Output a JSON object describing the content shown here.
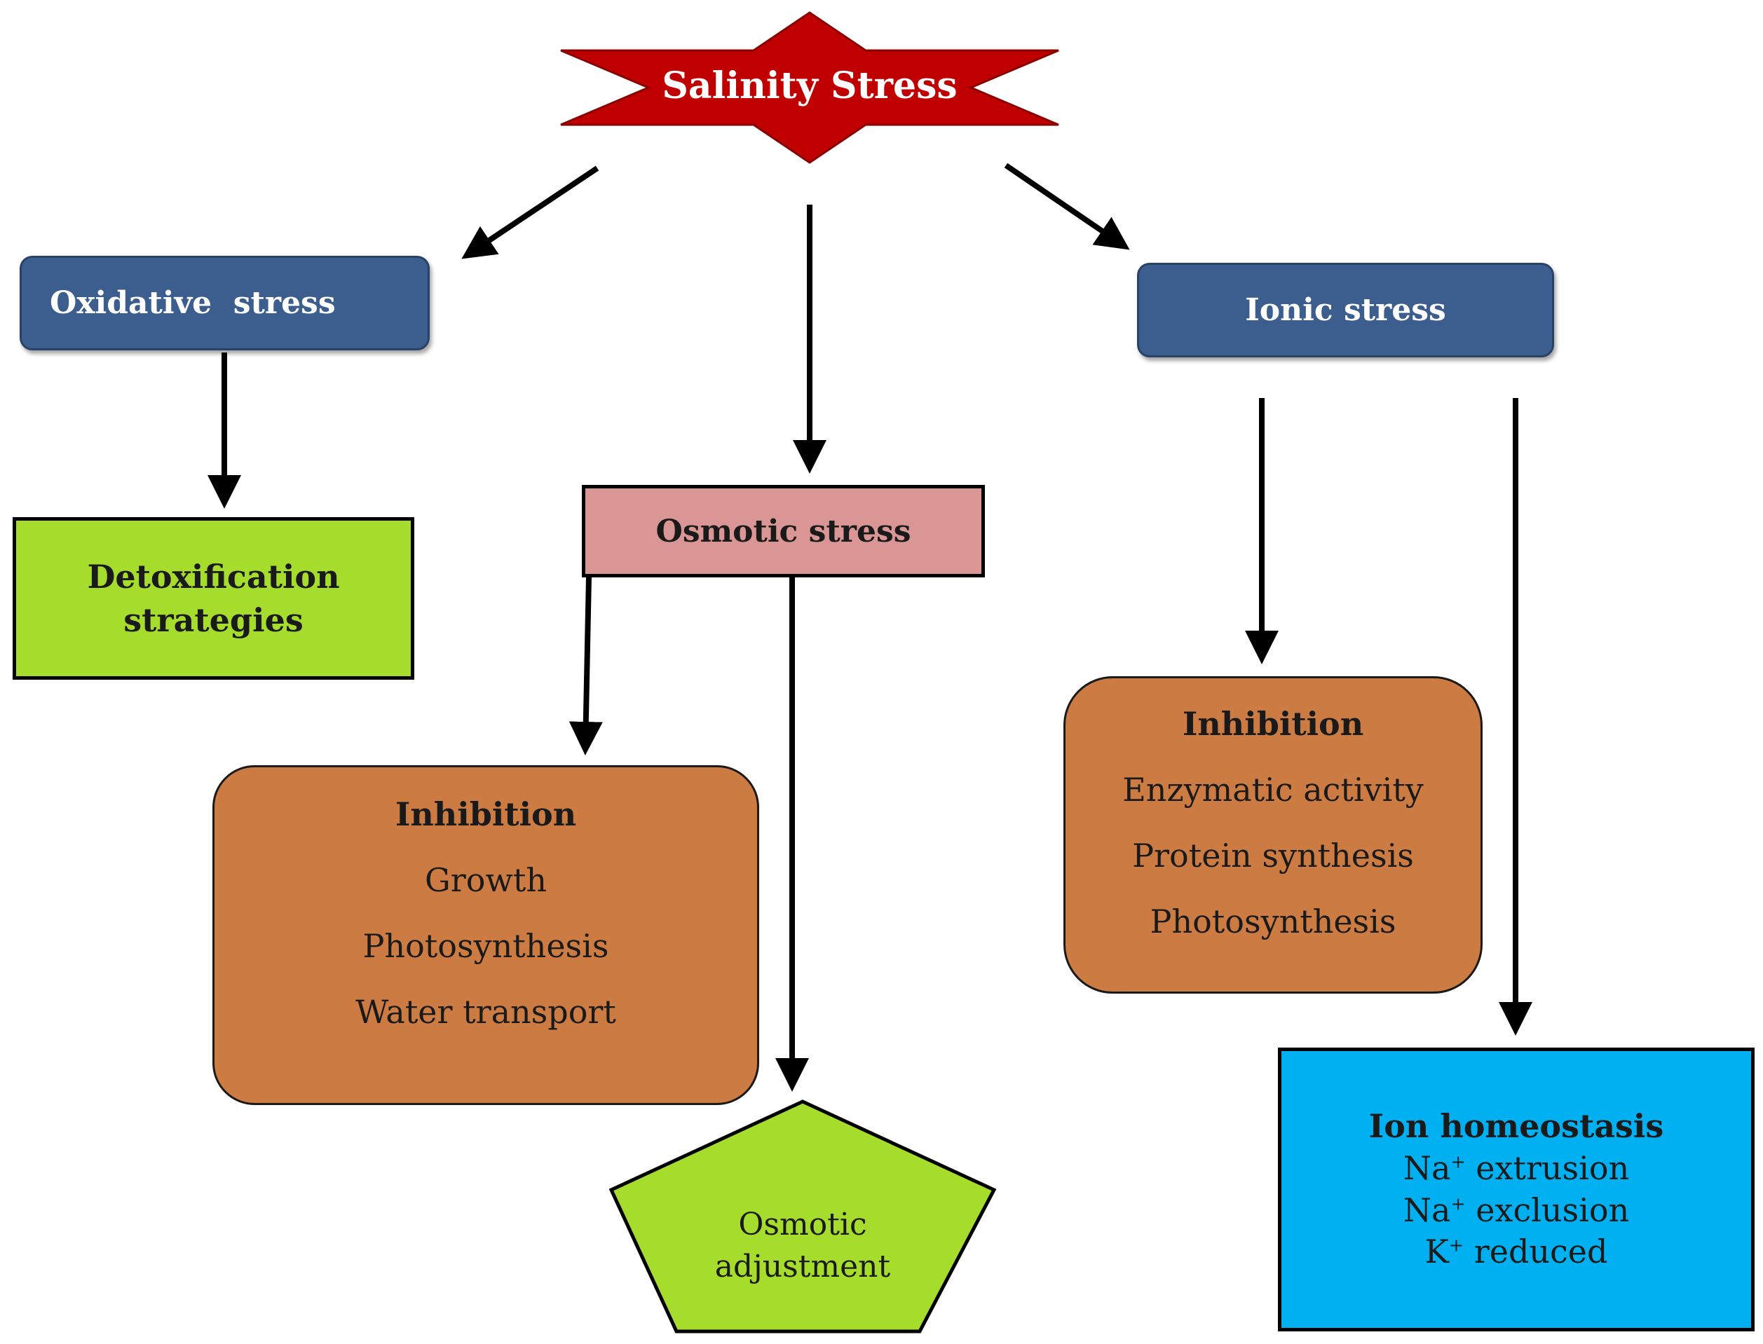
{
  "title": "Salinity Stress",
  "branches": {
    "oxidative": {
      "label": "Oxidative  stress",
      "outcome": {
        "line1": "Detoxification",
        "line2": "strategies"
      }
    },
    "osmotic": {
      "label": "Osmotic stress",
      "inhibition": {
        "heading": "Inhibition",
        "items": [
          "Growth",
          "Photosynthesis",
          "Water transport"
        ]
      },
      "outcome": {
        "line1": "Osmotic",
        "line2": "adjustment"
      }
    },
    "ionic": {
      "label": "Ionic stress",
      "inhibition": {
        "heading": "Inhibition",
        "items": [
          "Enzymatic activity",
          "Protein synthesis",
          "Photosynthesis"
        ]
      },
      "homeostasis": {
        "heading": "Ion homeostasis",
        "items": [
          {
            "ion": "Na",
            "charge": "+",
            "text": " extrusion"
          },
          {
            "ion": "Na",
            "charge": "+",
            "text": " exclusion"
          },
          {
            "ion": "K",
            "charge": "+",
            "text": " reduced"
          }
        ]
      }
    }
  },
  "colors": {
    "star": "#c00000",
    "blue_box": "#3b5e8e",
    "green": "#a6dc2c",
    "pink": "#d99694",
    "orange": "#cc7c42",
    "cyan": "#00b0f0",
    "arrow": "#000000"
  }
}
